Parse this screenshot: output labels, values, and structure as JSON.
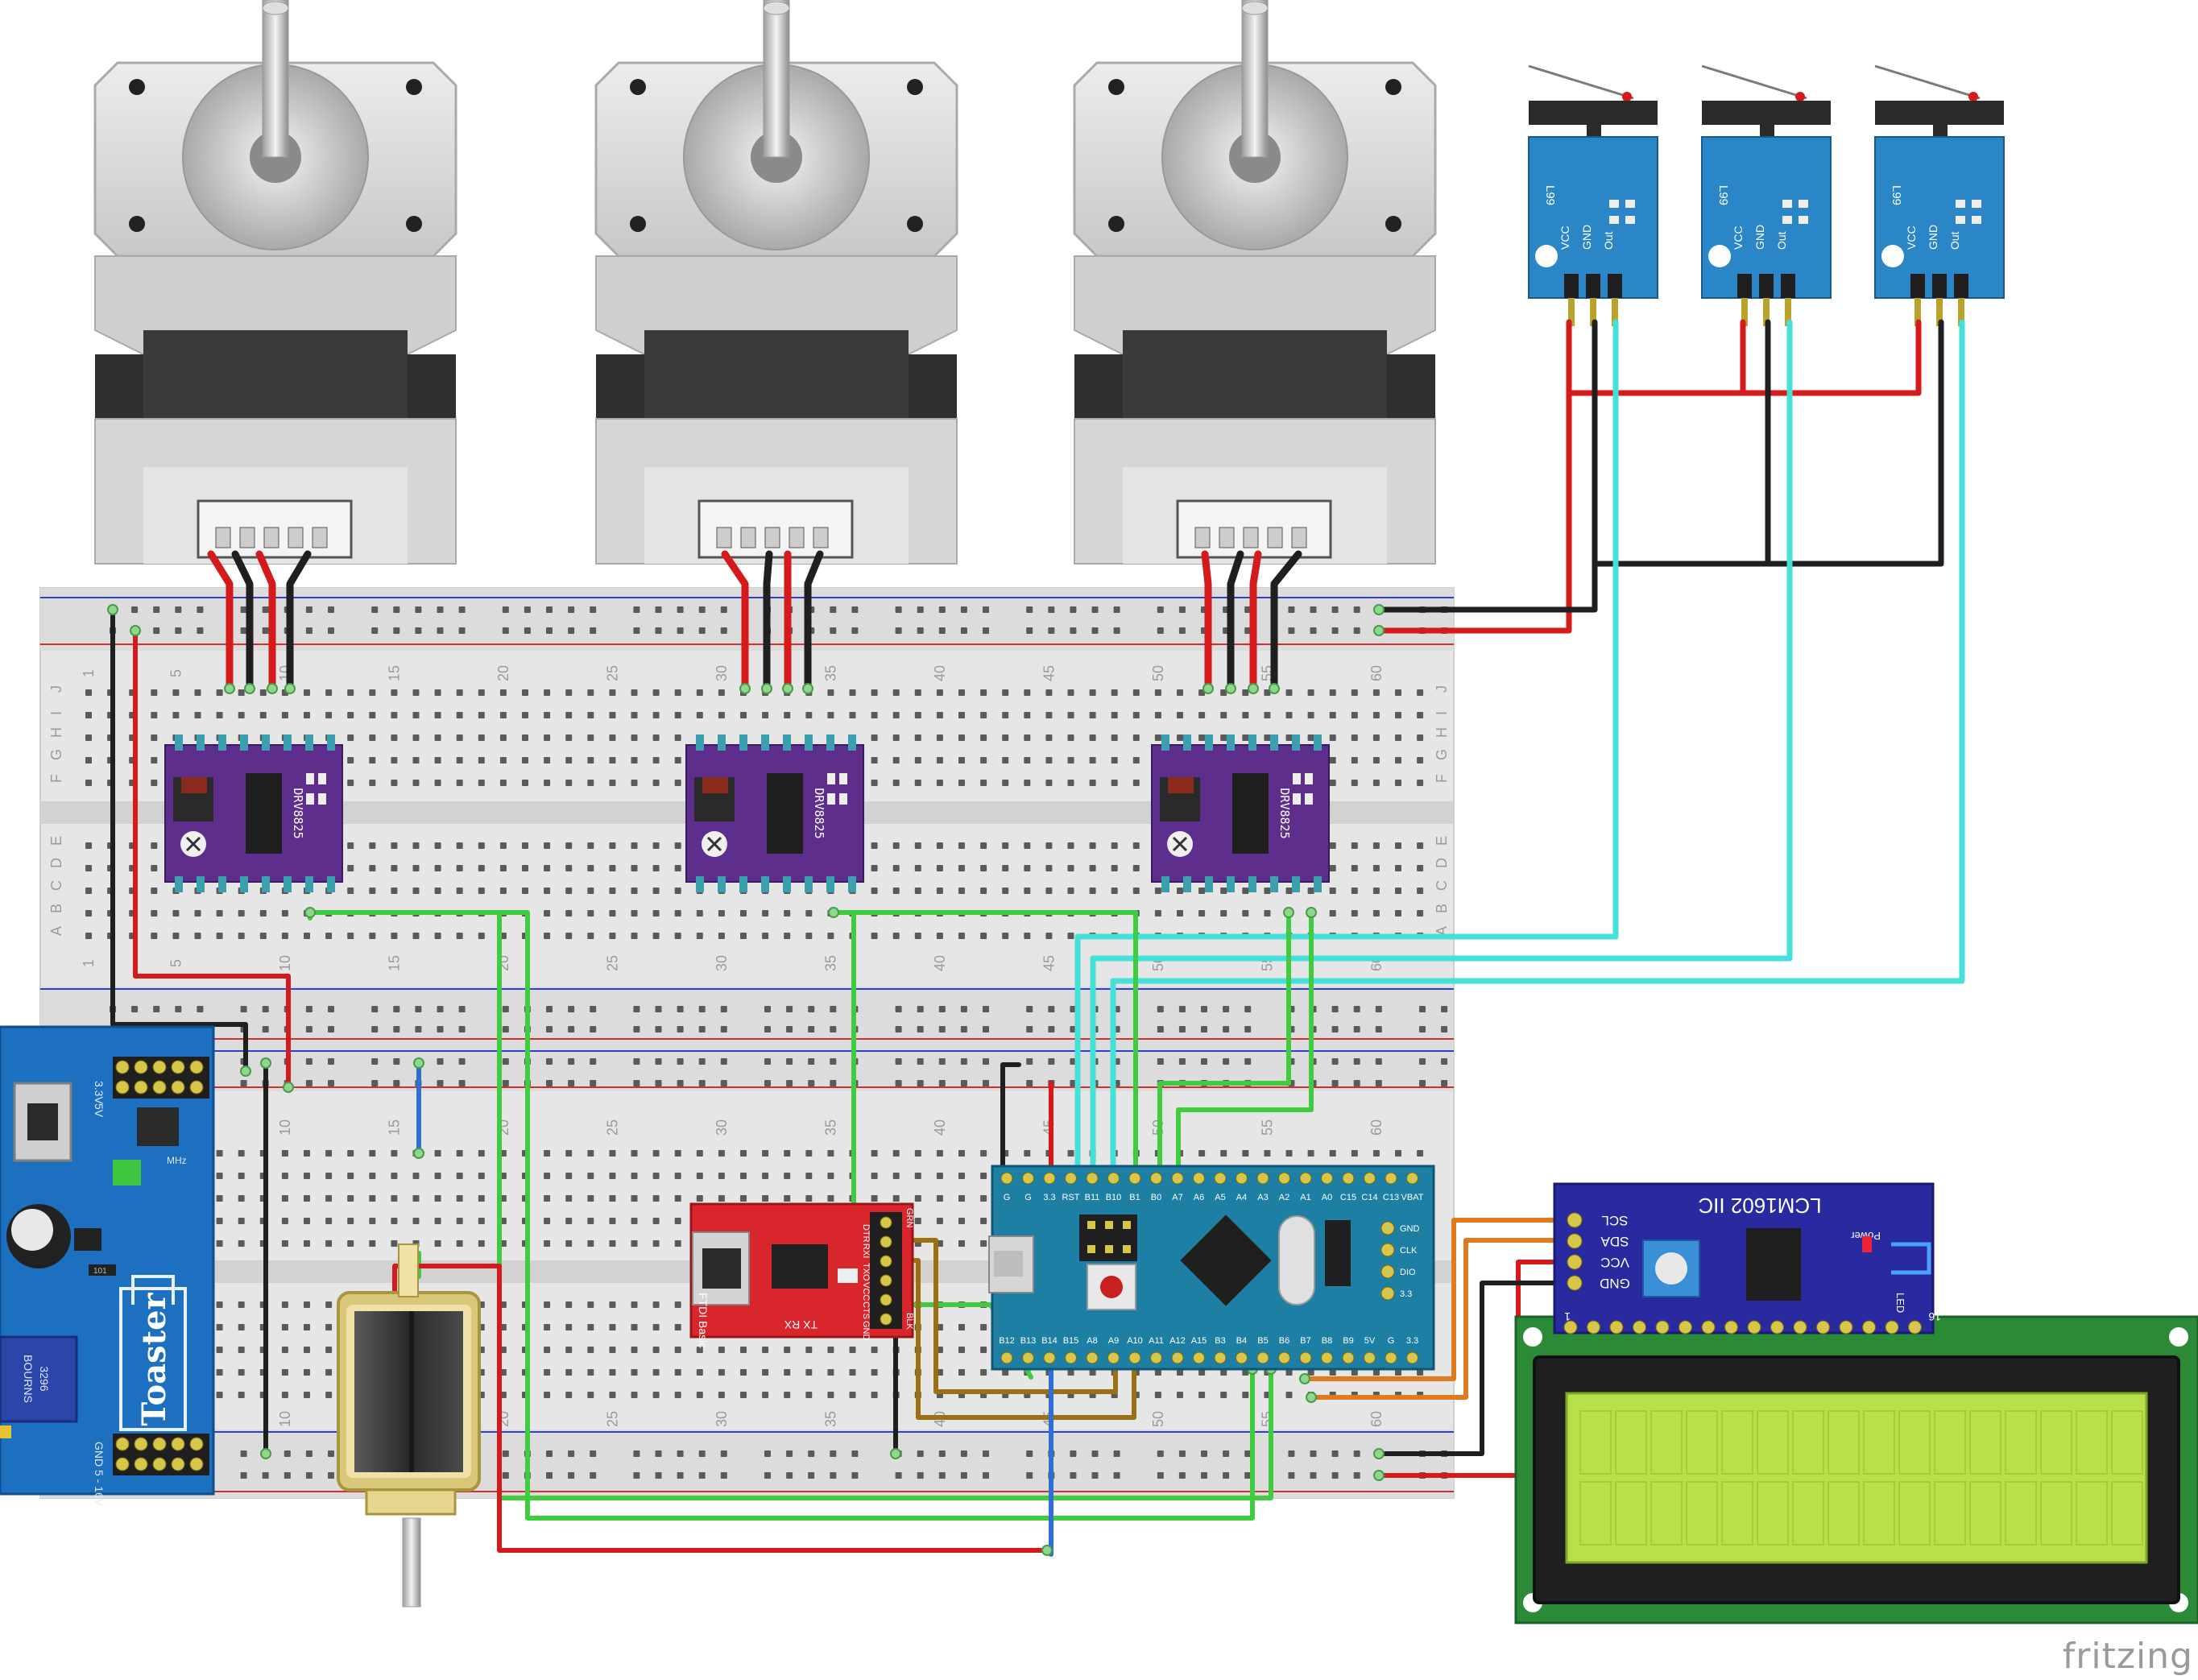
{
  "brand": {
    "text": "fritzing"
  },
  "breadboard": {
    "columns_top": [
      "1",
      "5",
      "10",
      "15",
      "20",
      "25",
      "30",
      "35",
      "40",
      "45",
      "50",
      "55",
      "60"
    ],
    "columns_bottom": [
      "1",
      "5",
      "10",
      "15",
      "20",
      "25",
      "30",
      "35",
      "40",
      "45",
      "50",
      "55",
      "60"
    ],
    "rows_left_top": [
      "J",
      "I",
      "H",
      "G",
      "F"
    ],
    "rows_left_bottom": [
      "E",
      "D",
      "C",
      "B",
      "A"
    ],
    "rows_right_top": [
      "J",
      "I",
      "H",
      "G",
      "F"
    ],
    "rows_right_bottom": [
      "E",
      "D",
      "C",
      "B",
      "A"
    ]
  },
  "drivers": {
    "chip_label": "DRV8825"
  },
  "limit_switches": {
    "code": "L99",
    "pins": [
      "VCC",
      "GND",
      "Out"
    ]
  },
  "power_supply": {
    "name": "Toaster",
    "pin_3v3": "3.3V",
    "pin_5v": "5V",
    "pin_gnd": "GND",
    "pin_vin": "5 - 16V",
    "pot_brand": "BOURNS",
    "pot_code": "3296",
    "mhz_label": "MHz",
    "chip_label": "101"
  },
  "ftdi": {
    "name": "FTDI Basic",
    "pin_labels": [
      "DTR",
      "RXI",
      "TXO",
      "VCC",
      "CTS",
      "GND"
    ],
    "pin_side": [
      "GRN",
      "BLK"
    ],
    "txrx": "TX  RX"
  },
  "mcu": {
    "top_pins": [
      "G",
      "G",
      "3.3",
      "RST",
      "B11",
      "B10",
      "B1",
      "B0",
      "A7",
      "A6",
      "A5",
      "A4",
      "A3",
      "A2",
      "A1",
      "A0",
      "C15",
      "C14",
      "C13",
      "VBAT"
    ],
    "bottom_pins": [
      "B12",
      "B13",
      "B14",
      "B15",
      "A8",
      "A9",
      "A10",
      "A11",
      "A12",
      "A15",
      "B3",
      "B4",
      "B5",
      "B6",
      "B7",
      "B8",
      "B9",
      "5V",
      "G",
      "3.3"
    ],
    "debug_pins": [
      "GND",
      "CLK",
      "DIO",
      "3.3"
    ]
  },
  "lcd_i2c": {
    "title": "LCM1602 IIC",
    "pins": [
      "SCL",
      "SDA",
      "VCC",
      "GND"
    ],
    "power_label": "Power",
    "led_label": "LED",
    "pin_first": "1",
    "pin_last": "16"
  },
  "colors": {
    "wire_red": "#d41a1a",
    "wire_black": "#1f1f1f",
    "wire_green": "#3fcc3f",
    "wire_cyan": "#45e0d8",
    "wire_blue": "#2e6fd1",
    "wire_orange": "#e07a1d",
    "wire_brown": "#9a7012",
    "driver_purple": "#5e2e8c",
    "mcu_blue": "#1d7fa3",
    "switch_blue": "#2a86c6",
    "lcd_green": "#b8e04a",
    "lcd_board": "#2a8a36",
    "ftdi_red": "#d9262c"
  }
}
